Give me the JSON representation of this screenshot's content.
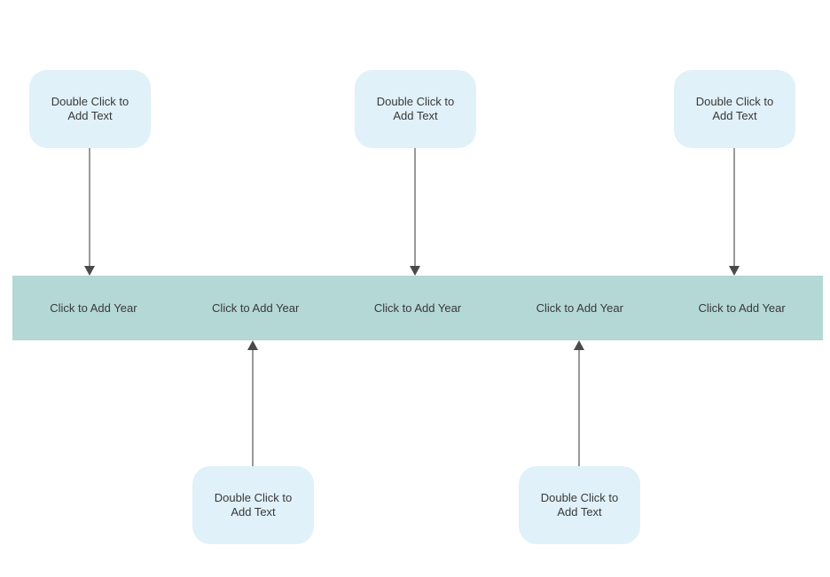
{
  "diagram": {
    "type": "timeline-template",
    "colors": {
      "canvas_bg": "#ffffff",
      "band_fill": "#b4d8d6",
      "event_box_fill": "#e1f1f9",
      "connector_line": "#999999",
      "arrowhead": "#4a4a4a",
      "text_color": "#383838"
    },
    "timeline_bar": {
      "cells": [
        {
          "label": "Click to Add Year"
        },
        {
          "label": "Click to Add Year"
        },
        {
          "label": "Click to Add Year"
        },
        {
          "label": "Click to Add Year"
        },
        {
          "label": "Click to Add Year"
        }
      ]
    },
    "top_events": [
      {
        "label": "Double Click to Add Text"
      },
      {
        "label": "Double Click to Add Text"
      },
      {
        "label": "Double Click to Add Text"
      }
    ],
    "bottom_events": [
      {
        "label": "Double Click to Add Text"
      },
      {
        "label": "Double Click to Add Text"
      }
    ]
  }
}
